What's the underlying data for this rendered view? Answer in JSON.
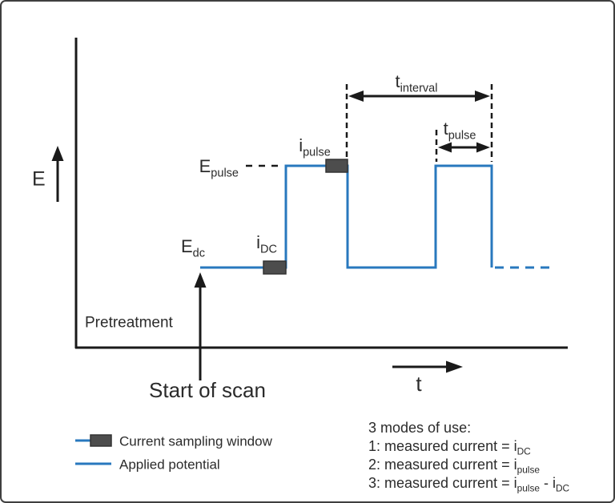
{
  "diagram": {
    "y_axis_label": "E",
    "x_axis_label": "t",
    "pretreatment_label": "Pretreatment",
    "start_of_scan_label": "Start of scan",
    "labels": {
      "e_pulse": {
        "base": "E",
        "sub": "pulse"
      },
      "e_dc": {
        "base": "E",
        "sub": "dc"
      },
      "i_pulse": {
        "base": "i",
        "sub": "pulse"
      },
      "i_dc": {
        "base": "i",
        "sub": "DC"
      },
      "t_interval": {
        "base": "t",
        "sub": "interval"
      },
      "t_pulse": {
        "base": "t",
        "sub": "pulse"
      }
    },
    "colors": {
      "applied_potential_blue": "#2878BE",
      "sampling_window_gray": "#4d4d4d",
      "sampling_window_border": "#333333",
      "axis_black": "#1a1a1a"
    }
  },
  "legend": {
    "items": [
      {
        "label": "Current sampling window"
      },
      {
        "label": "Applied potential"
      }
    ]
  },
  "modes": {
    "title": "3 modes of use:",
    "lines": [
      {
        "pre": "1: measured current = i",
        "sub1": "DC"
      },
      {
        "pre": "2: measured current = i",
        "sub1": "pulse"
      },
      {
        "pre": "3: measured current = i",
        "sub1": "pulse",
        "mid": " - i",
        "sub2": "DC"
      }
    ]
  }
}
